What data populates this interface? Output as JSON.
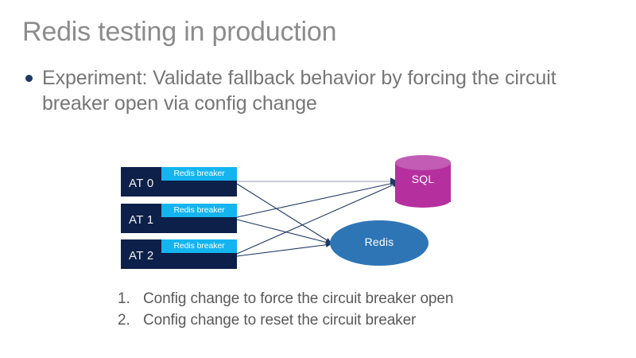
{
  "slide": {
    "title": "Redis testing in production",
    "bullet": "Experiment: Validate fallback behavior by forcing the circuit breaker open via config change"
  },
  "diagram": {
    "at_nodes": [
      {
        "label": "AT 0",
        "badge": "Redis breaker"
      },
      {
        "label": "AT 1",
        "badge": "Redis breaker"
      },
      {
        "label": "AT 2",
        "badge": "Redis breaker"
      }
    ],
    "sql": {
      "label": "SQL"
    },
    "redis": {
      "label": "Redis"
    },
    "colors": {
      "node_navy": "#0d2049",
      "badge_cyan": "#14b4ef",
      "sql_magenta": "#b5309e",
      "sql_magenta_light": "#c25cb4",
      "redis_blue": "#2e75b6",
      "connector": "#1f3864"
    }
  },
  "steps": [
    {
      "number": "1.",
      "text": "Config change to force the circuit breaker open"
    },
    {
      "number": "2.",
      "text": "Config change to reset the circuit breaker"
    }
  ]
}
